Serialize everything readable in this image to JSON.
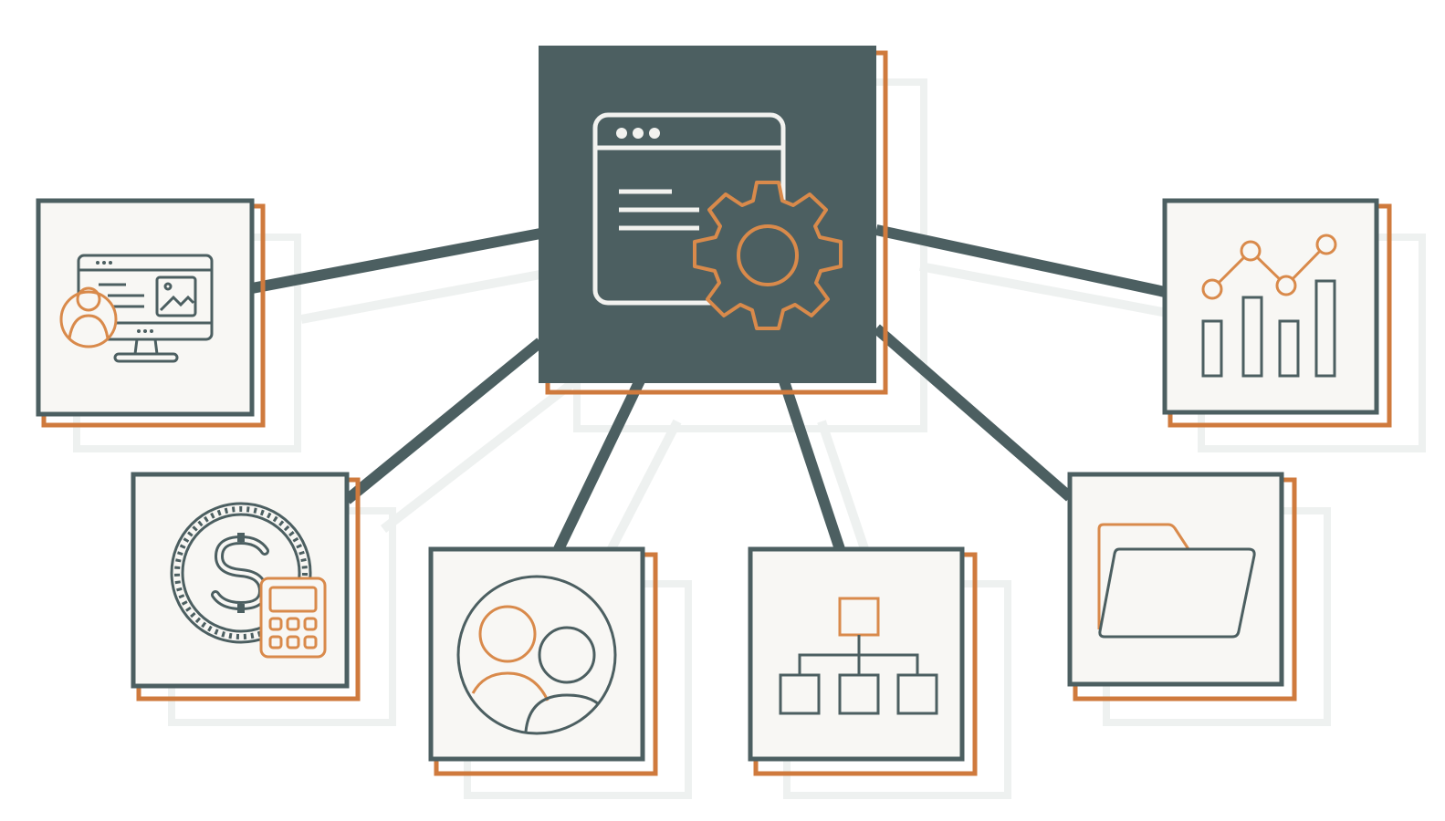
{
  "colors": {
    "dark": "#4c5f61",
    "accent": "#d98a4b",
    "accent_edge": "#cf7a3d",
    "panel": "#f8f7f4",
    "shadow": "#eef1f0"
  },
  "hub": {
    "icon": "browser-settings-gear-icon"
  },
  "nodes": [
    {
      "id": "user-dashboard",
      "icon": "monitor-user-profile-icon"
    },
    {
      "id": "finance",
      "icon": "dollar-coin-calculator-icon"
    },
    {
      "id": "team",
      "icon": "users-group-icon"
    },
    {
      "id": "hierarchy",
      "icon": "org-chart-icon"
    },
    {
      "id": "files",
      "icon": "open-folder-icon"
    },
    {
      "id": "analytics",
      "icon": "bar-line-chart-icon"
    }
  ]
}
